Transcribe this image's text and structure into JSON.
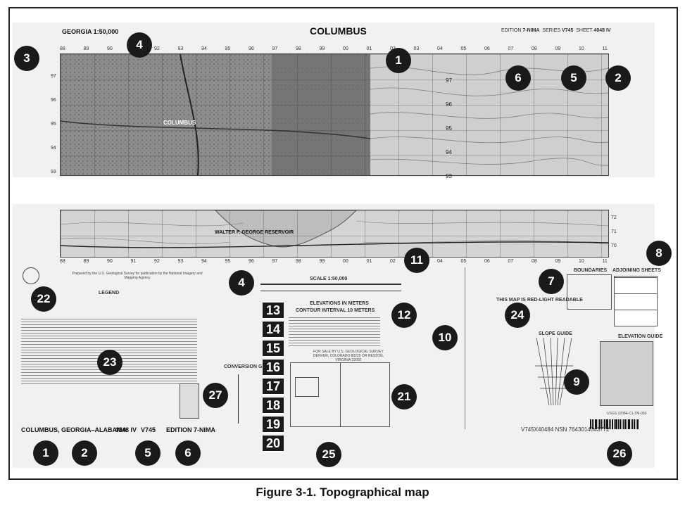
{
  "figure": {
    "caption": "Figure 3-1. Topographical map"
  },
  "map_sheet": {
    "top_left_title": "GEORGIA 1:50,000",
    "sheet_name": "COLUMBUS",
    "edition_label": "EDITION",
    "edition_value": "7-NIMA",
    "series_label": "SERIES",
    "series_value": "V745",
    "sheet_label": "SHEET",
    "sheet_value": "4048 IV",
    "city_label": "COLUMBUS",
    "reservoir_label": "WALTER F. GEORGE RESERVOIR",
    "top_grid_ticks": [
      "88",
      "89",
      "90",
      "91",
      "92",
      "93",
      "94",
      "95",
      "96",
      "97",
      "98",
      "99",
      "00",
      "01",
      "02",
      "03",
      "04",
      "05",
      "06",
      "07",
      "08",
      "09",
      "10",
      "11"
    ],
    "left_grid_ticks": [
      "97",
      "96",
      "95",
      "94",
      "93"
    ],
    "inner_grid_labels": [
      "97",
      "96",
      "95",
      "94",
      "93"
    ],
    "bottom_grid_labels": [
      "72",
      "71",
      "70"
    ]
  },
  "marginal": {
    "prepared_by": "Prepared by the U.S. Geological Survey for publication by the National Imagery and Mapping Agency",
    "legend_title": "LEGEND",
    "scale_text": "SCALE 1:50,000",
    "elevations_title": "ELEVATIONS IN METERS",
    "contour_interval": "CONTOUR INTERVAL 10 METERS",
    "conversion_graph": "CONVERSION GRAPH",
    "red_light": "THIS MAP IS RED-LIGHT READABLE",
    "boundaries": "BOUNDARIES",
    "adjoining_sheets": "ADJOINING SHEETS",
    "slope_guide": "SLOPE GUIDE",
    "elevation_guide": "ELEVATION GUIDE",
    "for_sale": "FOR SALE BY U.S. GEOLOGICAL SURVEY DENVER, COLORADO 80225 OR RESTON, VIRGINIA 22092",
    "bottom_title": "COLUMBUS, GEORGIA–ALABAMA",
    "bottom_sheet": "4048 IV",
    "bottom_series": "V745",
    "bottom_edition": "EDITION 7-NIMA",
    "stock_number": "V745X40484 NSN 7643014043772",
    "usgs_code": "USGS 32084-C1-TM-050"
  },
  "callouts": {
    "c1_top": "1",
    "c2_top": "2",
    "c3": "3",
    "c4_top": "4",
    "c5_top": "5",
    "c6_top": "6",
    "c7": "7",
    "c8": "8",
    "c9": "9",
    "c10": "10",
    "c11": "11",
    "c12": "12",
    "c13": "13",
    "c14": "14",
    "c15": "15",
    "c16": "16",
    "c17": "17",
    "c18": "18",
    "c19": "19",
    "c20": "20",
    "c21": "21",
    "c22": "22",
    "c23": "23",
    "c24": "24",
    "c25": "25",
    "c26": "26",
    "c27": "27",
    "c1_bottom": "1",
    "c2_bottom": "2",
    "c4_bottom": "4",
    "c5_bottom": "5",
    "c6_bottom": "6"
  }
}
